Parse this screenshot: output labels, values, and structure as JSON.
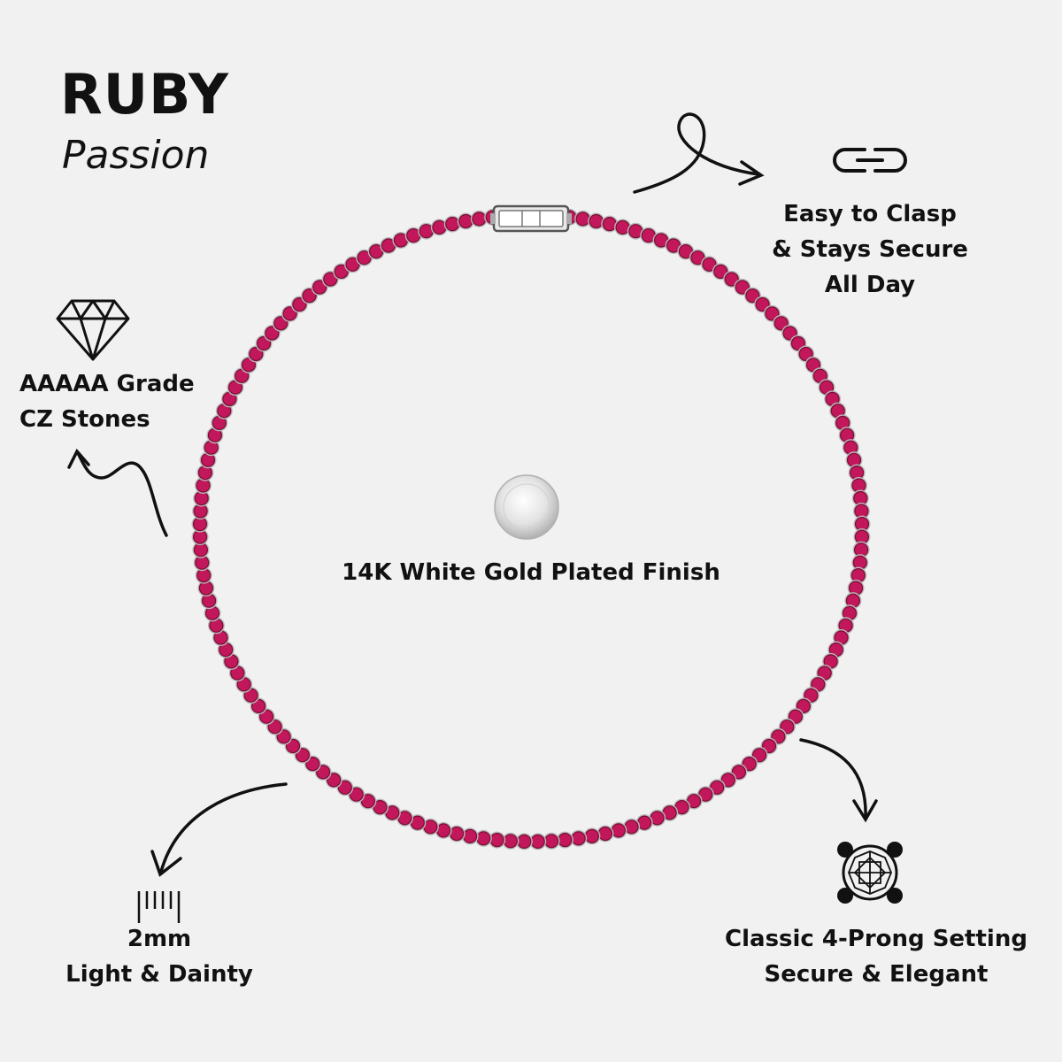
{
  "header": {
    "title": "RUBY",
    "subtitle": "Passion"
  },
  "colors": {
    "background": "#f1f1f1",
    "stone": "#c2185b",
    "stone_dark": "#7b0b35",
    "metal": "#b9b9b9",
    "text": "#111111"
  },
  "features": {
    "clasp": {
      "icon": "chain-link-icon",
      "lines": [
        "Easy to Clasp",
        "& Stays Secure",
        "All Day"
      ]
    },
    "stones": {
      "icon": "diamond-icon",
      "lines": [
        "AAAAA Grade",
        "CZ Stones"
      ]
    },
    "finish": {
      "icon": "silver-disc-icon",
      "lines": [
        "14K White Gold Plated Finish"
      ]
    },
    "width": {
      "icon": "ruler-icon",
      "lines": [
        "2mm",
        "Light & Dainty"
      ]
    },
    "setting": {
      "icon": "four-prong-setting-icon",
      "lines": [
        "Classic 4-Prong Setting",
        "Secure & Elegant"
      ]
    }
  },
  "product": {
    "name": "tennis-necklace",
    "icon": "necklace-image"
  }
}
